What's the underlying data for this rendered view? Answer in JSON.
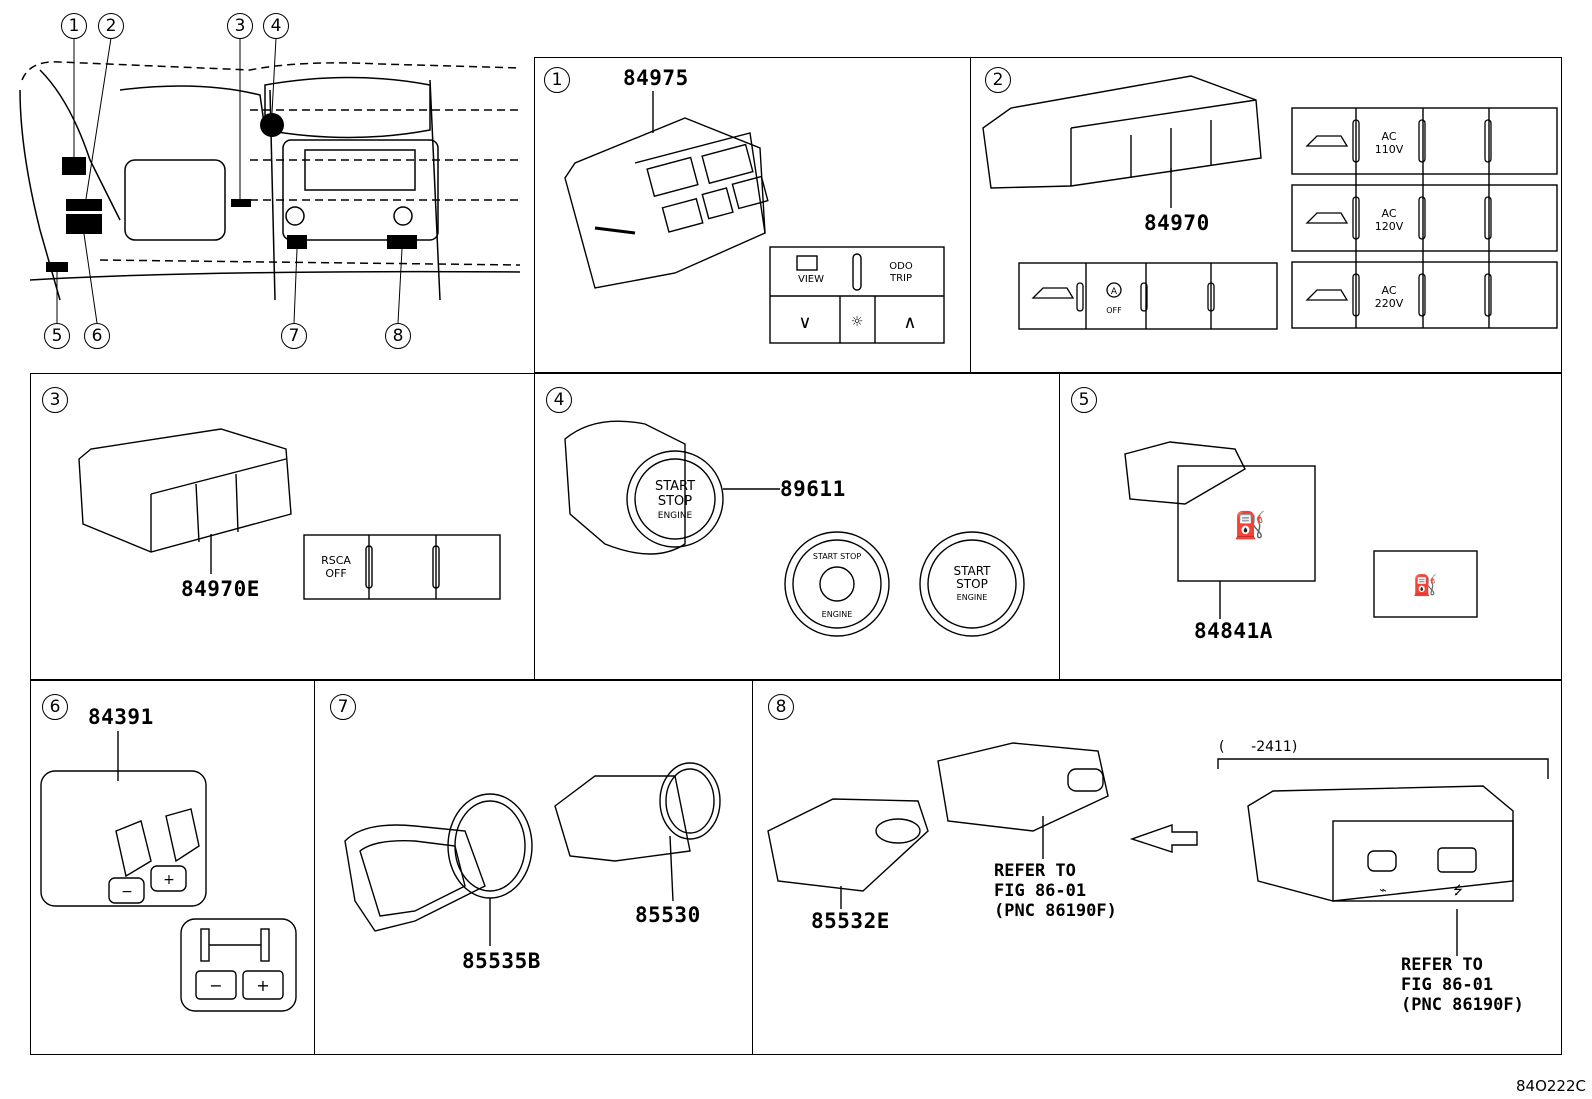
{
  "overview": {
    "callouts": [
      "1",
      "2",
      "3",
      "4",
      "5",
      "6",
      "7",
      "8"
    ]
  },
  "panels": [
    {
      "num": "1",
      "part": "84975",
      "switch_labels": {
        "view": "VIEW",
        "odo_trip": "ODO\nTRIP",
        "down": "∨",
        "up": "∧"
      }
    },
    {
      "num": "2",
      "part": "84970",
      "variants": [
        {
          "ac": "AC\n110V"
        },
        {
          "ac": "AC\n120V"
        },
        {
          "ac": "AC\n220V"
        }
      ],
      "a_off": "OFF"
    },
    {
      "num": "3",
      "part": "84970E",
      "switch_labels": {
        "rsca": "RSCA\nOFF"
      }
    },
    {
      "num": "4",
      "part": "89611",
      "button_text": {
        "start": "START",
        "stop": "STOP",
        "engine": "ENGINE",
        "start_stop": "START STOP"
      }
    },
    {
      "num": "5",
      "part": "84841A"
    },
    {
      "num": "6",
      "part": "84391",
      "minus": "−",
      "plus": "+"
    },
    {
      "num": "7",
      "parts": [
        "85535B",
        "85530"
      ]
    },
    {
      "num": "8",
      "part": "85532E",
      "refer_left": "REFER TO\nFIG 86-01\n(PNC 86190F)",
      "range": "(      -2411)",
      "refer_right": "REFER TO\nFIG 86-01\n(PNC 86190F)"
    }
  ],
  "doc_id": "84O222C"
}
